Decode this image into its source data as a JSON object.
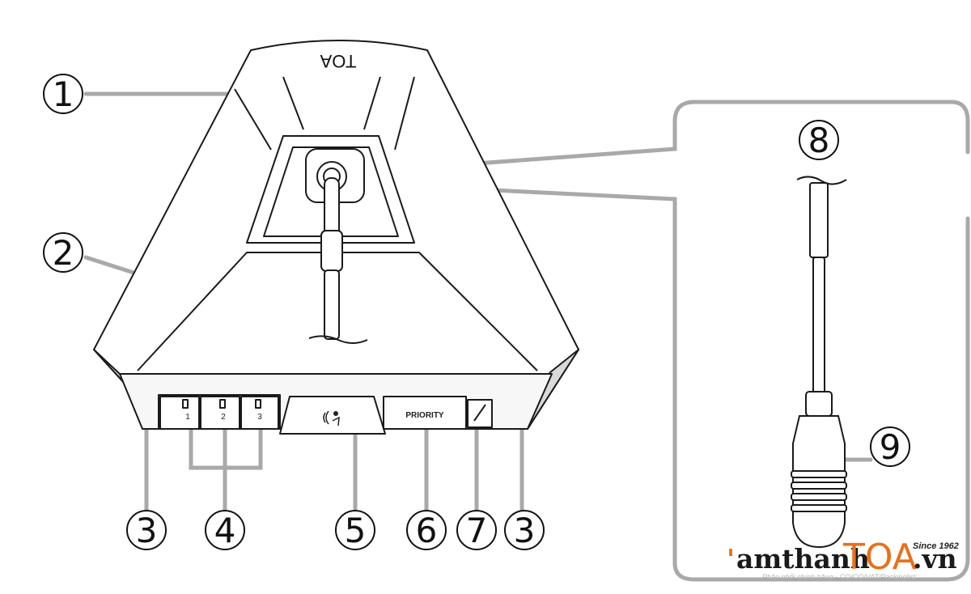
{
  "device": {
    "logo_text": "TOA",
    "key_labels": [
      "1",
      "2",
      "3"
    ],
    "priority_label": "PRIORITY",
    "talk_key_icon": "talk-speaker-icon"
  },
  "callouts": {
    "c1": "1",
    "c2": "2",
    "c3_left": "3",
    "c4": "4",
    "c5": "5",
    "c6": "6",
    "c7": "7",
    "c3_right": "3",
    "c8": "8",
    "c9": "9"
  },
  "watermark": {
    "main": "amthanh",
    "brand": "TOA",
    "suffix": ".vn",
    "since": "Since 1962",
    "tagline": "Phân phối chính hãng - CO/CQ/VAT/Packinglist"
  },
  "colors": {
    "leader": "#a9a9a9",
    "line": "#1a1a1a",
    "brand": "#e8701a"
  }
}
